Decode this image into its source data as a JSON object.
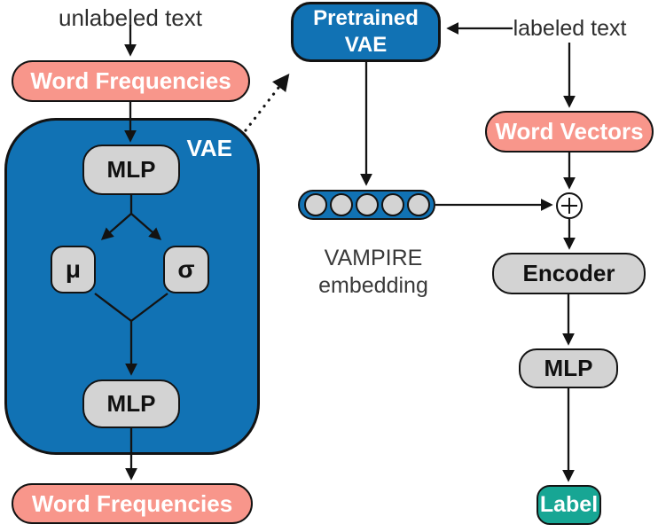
{
  "colors": {
    "blue": "#1172B4",
    "salmon": "#F8968B",
    "gray": "#D3D3D3",
    "teal": "#17A694",
    "line": "#131313",
    "text_dark": "#2e2e2e"
  },
  "left_flow": {
    "input_label": "unlabeled text",
    "word_frequencies_top": "Word Frequencies",
    "vae": {
      "label": "VAE",
      "encoder_mlp": "MLP",
      "mu": "μ",
      "sigma": "σ",
      "decoder_mlp": "MLP"
    },
    "word_frequencies_bottom": "Word Frequencies"
  },
  "center_flow": {
    "pretrained_vae": {
      "line1": "Pretrained",
      "line2": "VAE"
    },
    "embedding": {
      "circle_count": 5,
      "caption_line1": "VAMPIRE",
      "caption_line2": "embedding"
    }
  },
  "right_flow": {
    "input_label": "labeled text",
    "word_vectors": "Word Vectors",
    "plus_icon": "+",
    "encoder": "Encoder",
    "mlp": "MLP",
    "label": "Label"
  }
}
